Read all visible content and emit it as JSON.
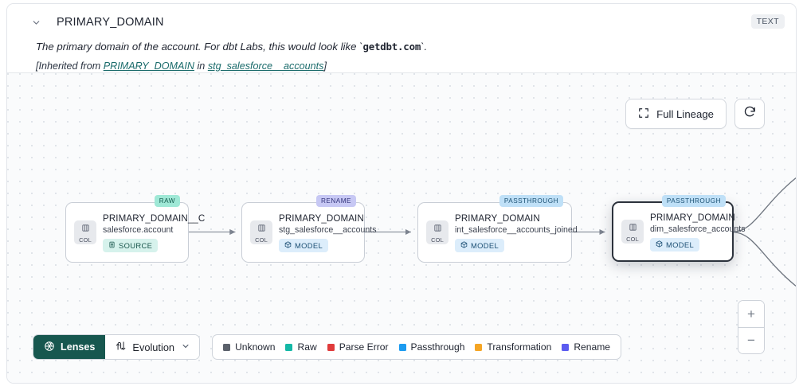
{
  "header": {
    "chevron_icon": "chevron-down-icon",
    "column_name": "PRIMARY_DOMAIN",
    "type_badge": "TEXT",
    "description_prefix": "The primary domain of the account. For dbt Labs, this would look like `",
    "description_code": "getdbt.com",
    "description_suffix": "`.",
    "inherited_prefix": "[Inherited from ",
    "inherited_link": "PRIMARY_DOMAIN",
    "inherited_mid": " in ",
    "inherited_source": "stg_salesforce__accounts",
    "inherited_suffix": "]"
  },
  "controls": {
    "full_lineage_label": "Full Lineage",
    "full_lineage_icon": "expand-corners-icon",
    "refresh_icon": "refresh-icon",
    "zoom_in_label": "+",
    "zoom_out_label": "−"
  },
  "lineage": {
    "nodes": [
      {
        "badge": "RAW",
        "badge_style": "raw",
        "chip_label": "COL",
        "title": "PRIMARY_DOMAIN__C",
        "subtitle": "salesforce.account",
        "tag": "SOURCE",
        "tag_style": "source",
        "tag_icon": "database-icon",
        "selected": false
      },
      {
        "badge": "RENAME",
        "badge_style": "rename",
        "chip_label": "COL",
        "title": "PRIMARY_DOMAIN",
        "subtitle": "stg_salesforce__accounts",
        "tag": "MODEL",
        "tag_style": "model",
        "tag_icon": "cube-icon",
        "selected": false
      },
      {
        "badge": "PASSTHROUGH",
        "badge_style": "passthrough",
        "chip_label": "COL",
        "title": "PRIMARY_DOMAIN",
        "subtitle": "int_salesforce__accounts_joined",
        "tag": "MODEL",
        "tag_style": "model",
        "tag_icon": "cube-icon",
        "selected": false
      },
      {
        "badge": "PASSTHROUGH",
        "badge_style": "passthrough",
        "chip_label": "COL",
        "title": "PRIMARY_DOMAIN",
        "subtitle": "dim_salesforce_accounts",
        "tag": "MODEL",
        "tag_style": "model",
        "tag_icon": "cube-icon",
        "selected": true
      }
    ]
  },
  "bottom": {
    "lenses_label": "Lenses",
    "lenses_icon": "aperture-icon",
    "evolution_label": "Evolution",
    "evolution_icon": "evolution-flow-icon",
    "evolution_chevron_icon": "chevron-down-icon",
    "legend": [
      {
        "label": "Unknown",
        "color": "#5b616b"
      },
      {
        "label": "Raw",
        "color": "#14b8a6"
      },
      {
        "label": "Parse Error",
        "color": "#e03b3b"
      },
      {
        "label": "Passthrough",
        "color": "#1d9bf0"
      },
      {
        "label": "Transformation",
        "color": "#f5a524"
      },
      {
        "label": "Rename",
        "color": "#5b5bf0"
      }
    ]
  }
}
